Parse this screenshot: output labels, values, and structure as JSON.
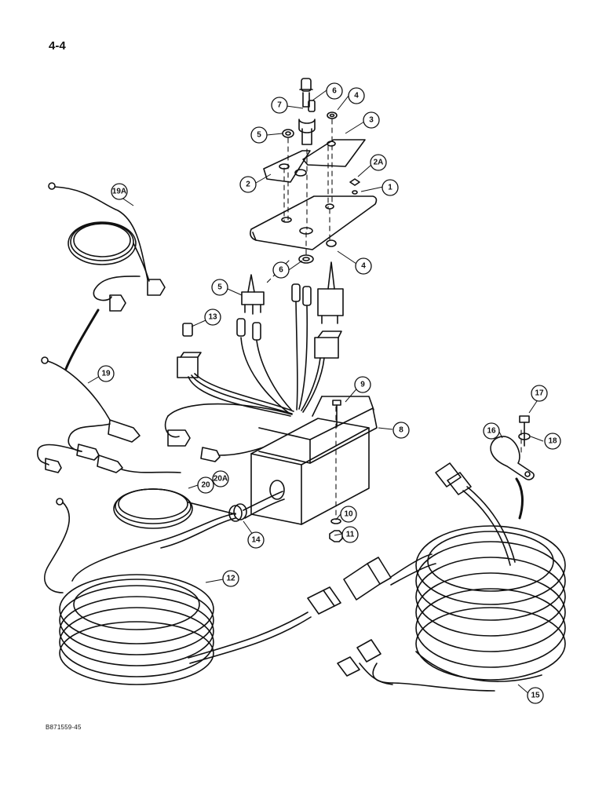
{
  "page": {
    "page_number": "4-4",
    "figure_code": "B871559-45"
  },
  "callouts": [
    "1",
    "2",
    "2A",
    "3",
    "4",
    "4",
    "5",
    "5",
    "6",
    "6",
    "7",
    "8",
    "9",
    "10",
    "11",
    "12",
    "13",
    "14",
    "15",
    "16",
    "17",
    "18",
    "19",
    "19A",
    "20",
    "20A"
  ]
}
